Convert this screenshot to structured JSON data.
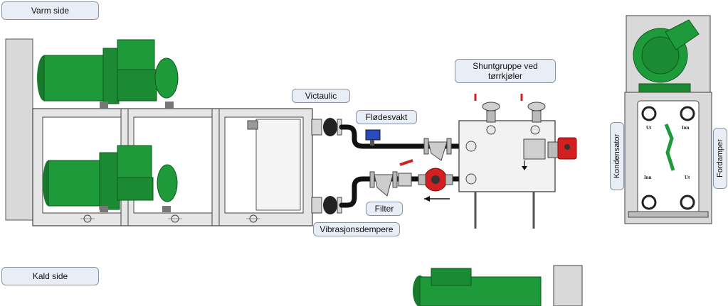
{
  "labels": {
    "warm_side": "Varm side",
    "cold_side": "Kald side",
    "victaulic": "Victaulic",
    "flow_switch": "Flødesvakt",
    "filter": "Filter",
    "vibration_dampers": "Vibrasjonsdempere",
    "shunt_group": "Shuntgruppe ved tørrkjøler",
    "condenser": "Kondensator",
    "evaporator": "Fordamper"
  },
  "port_labels": {
    "top_left": "Ut",
    "top_right": "Inn",
    "bottom_left": "Inn",
    "bottom_right": "Ut"
  },
  "colors": {
    "motor_green": "#1f9a3a",
    "frame_grey": "#d9d9d9",
    "pipe_black": "#111111",
    "valve_red": "#d21f1f",
    "callout_bg": "#e9edf6"
  }
}
